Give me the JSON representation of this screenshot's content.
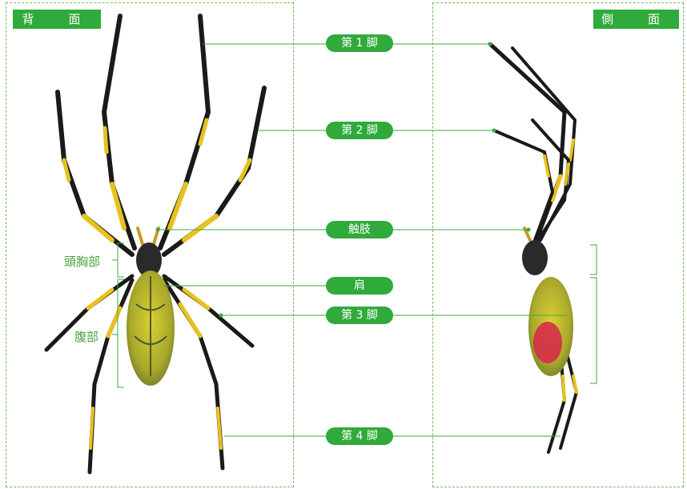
{
  "panels": {
    "back_title": "背　面",
    "side_title": "側　面"
  },
  "labels": {
    "leg1": "第 1 脚",
    "leg2": "第 2 脚",
    "pedipalp": "触肢",
    "shoulder": "肩",
    "leg3": "第 3 脚",
    "leg4": "第 4 脚"
  },
  "side_labels": {
    "cephalothorax": "頭胸部",
    "abdomen": "腹部"
  },
  "colors": {
    "accent": "#2faa3b",
    "leader": "#3aaa45",
    "leg_dark": "#1a1a1a",
    "leg_yellow": "#e8c21c",
    "abdomen": "#c8c52a",
    "abdomen_red": "#d8244a"
  }
}
